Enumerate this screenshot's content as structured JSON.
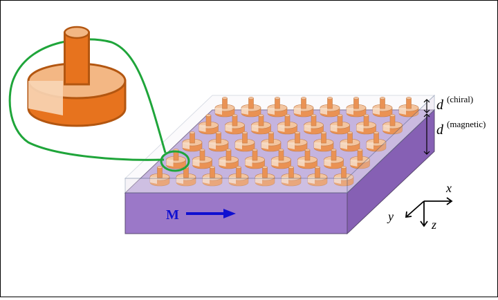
{
  "labels": {
    "magnetization": "M",
    "d_symbol": "d",
    "chiral": "(chiral)",
    "magnetic": "(magnetic)",
    "axis_x": "x",
    "axis_y": "y",
    "axis_z": "z"
  },
  "colors": {
    "slab_front": "#9b78c8",
    "slab_side": "#8660b4",
    "slab_top": "#b6a0d9",
    "chiral_layer": "#e9e3ee",
    "element_orange": "#e7731e",
    "element_light": "#f3b784",
    "element_pale": "#f8d6b6",
    "callout_green": "#1fa53a",
    "arrow_blue": "#1010d0"
  },
  "lattice": {
    "rows": 5,
    "columns": 8
  }
}
